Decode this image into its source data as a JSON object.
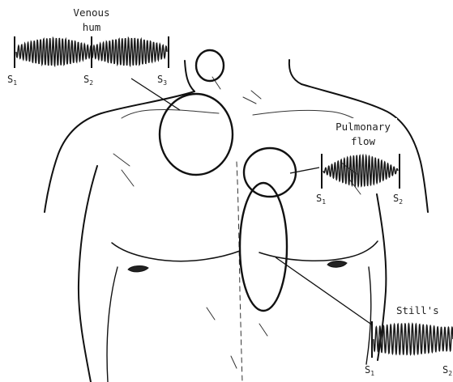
{
  "murmurs": [
    {
      "id": "venous-hum",
      "title_lines": [
        "Venous",
        "hum"
      ],
      "markers": [
        {
          "letter": "S",
          "sub": "1"
        },
        {
          "letter": "S",
          "sub": "2"
        },
        {
          "letter": "S",
          "sub": "3"
        }
      ]
    },
    {
      "id": "pulmonary-flow",
      "title_lines": [
        "Pulmonary",
        "flow"
      ],
      "markers": [
        {
          "letter": "S",
          "sub": "1"
        },
        {
          "letter": "S",
          "sub": "2"
        }
      ]
    },
    {
      "id": "stills",
      "title_lines": [
        "Still's"
      ],
      "markers": [
        {
          "letter": "S",
          "sub": "1"
        },
        {
          "letter": "S",
          "sub": "2"
        }
      ]
    }
  ],
  "colors": {
    "ink": "#111111",
    "wave": "#1a1a1a",
    "background": "#ffffff"
  }
}
